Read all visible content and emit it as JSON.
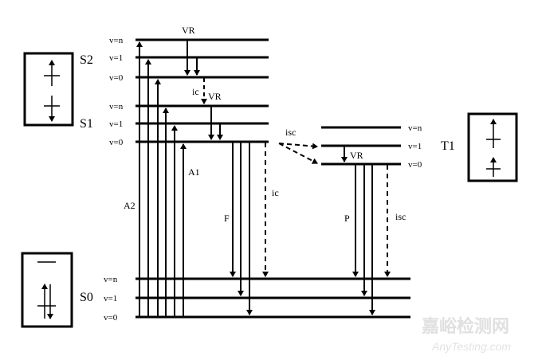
{
  "states": {
    "S2": {
      "label": "S2",
      "levels": [
        "v=n",
        "v=1",
        "v=0"
      ]
    },
    "S1": {
      "label": "S1",
      "levels": [
        "v=n",
        "v=1",
        "v=0"
      ]
    },
    "T1": {
      "label": "T1",
      "levels": [
        "v=n",
        "v=1",
        "v=0"
      ]
    },
    "S0": {
      "label": "S0",
      "levels": [
        "v=n",
        "v=1",
        "v=0"
      ]
    }
  },
  "transitions": {
    "vr_s2": "VR",
    "vr_s1": "VR",
    "vr_t1": "VR",
    "ic_s2_s1": "ic",
    "ic_s1_s0": "ic",
    "isc_s1_t1": "isc",
    "isc_t1_s0": "isc",
    "absorption_a1": "A1",
    "absorption_a2": "A2",
    "fluorescence": "F",
    "phosphorescence": "P"
  },
  "watermark": {
    "text_cn": "嘉峪检测网",
    "text_en": "AnyTesting.com"
  }
}
